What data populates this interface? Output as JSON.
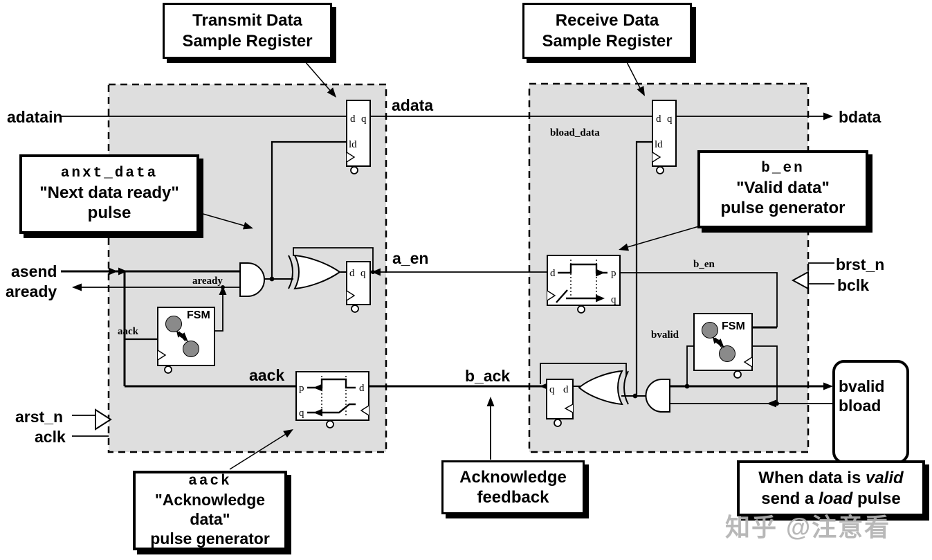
{
  "watermark": {
    "text": "知乎 @注意看"
  },
  "colors": {
    "domain_fill": "#dedede",
    "line": "#000000",
    "fsm_state_fill": "#8a8a8a",
    "watermark": "#b2b2b2"
  },
  "callouts": {
    "transmit": {
      "line1": "Transmit Data",
      "line2": "Sample Register"
    },
    "receive": {
      "line1": "Receive Data",
      "line2": "Sample Register"
    },
    "anxt": {
      "code": "anxt_data",
      "line2": "\"Next data ready\"",
      "line3": "pulse"
    },
    "ben": {
      "code": "b_en",
      "line2": "\"Valid data\"",
      "line3": "pulse generator"
    },
    "aack": {
      "code": "aack",
      "line2": "\"Acknowledge data\"",
      "line3": "pulse generator"
    },
    "ack_feedback": {
      "line1": "Acknowledge",
      "line2": "feedback"
    },
    "valid_load": {
      "line1_pre": "When data is ",
      "line1_italic": "valid",
      "line2_pre": "send a ",
      "line2_italic": "load",
      "line2_post": " pulse"
    }
  },
  "signals": {
    "adatain": "adatain",
    "adata": "adata",
    "bdata": "bdata",
    "asend": "asend",
    "aready": "aready",
    "aready_inner": "aready",
    "aack_inner": "aack",
    "aack": "aack",
    "arst_n": "arst_n",
    "aclk": "aclk",
    "a_en": "a_en",
    "b_ack": "b_ack",
    "b_en_inner": "b_en",
    "bload_data": "bload_data",
    "bvalid_inner": "bvalid",
    "brst_n": "brst_n",
    "bclk": "bclk",
    "bvalid": "bvalid",
    "bload": "bload"
  },
  "components": {
    "fsm": "FSM",
    "ff_d": "d",
    "ff_q": "q",
    "ff_ld": "ld",
    "pg_p": "p",
    "pg_q": "q",
    "pg_d": "d"
  }
}
